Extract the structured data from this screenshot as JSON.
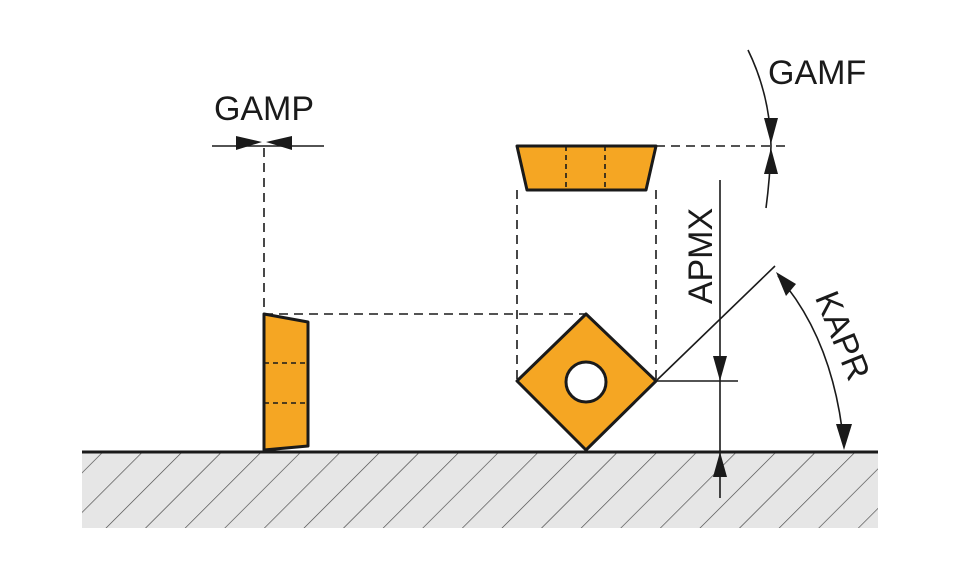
{
  "labels": {
    "gamp": "GAMP",
    "gamf": "GAMF",
    "apmx": "APMX",
    "kapr": "KAPR"
  },
  "colors": {
    "insert_fill": "#F5A623",
    "outline": "#1a1a1a",
    "base_fill": "#e6e6e6"
  }
}
